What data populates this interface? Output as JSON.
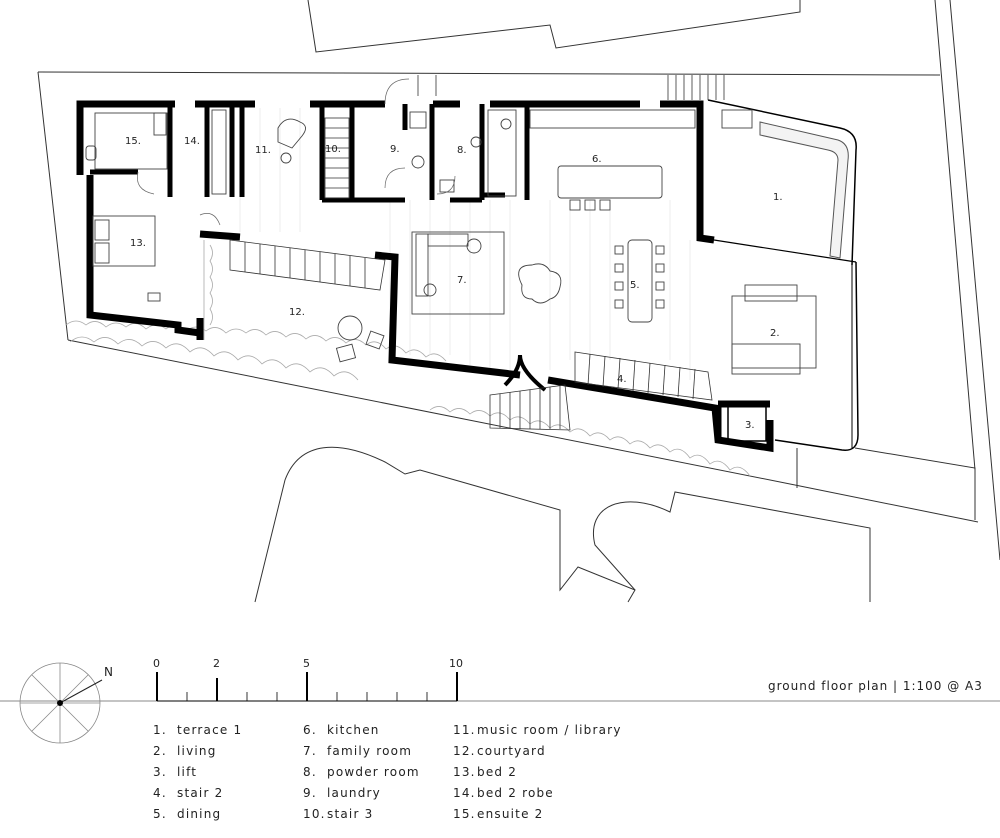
{
  "plan_title": "ground floor plan | 1:100 @ A3",
  "north_label": "N",
  "scale_bar": {
    "ticks": [
      "0",
      "2",
      "5",
      "10"
    ]
  },
  "rooms": [
    {
      "num": "1.",
      "name": "terrace 1"
    },
    {
      "num": "2.",
      "name": "living"
    },
    {
      "num": "3.",
      "name": "lift"
    },
    {
      "num": "4.",
      "name": "stair 2"
    },
    {
      "num": "5.",
      "name": "dining"
    },
    {
      "num": "6.",
      "name": "kitchen"
    },
    {
      "num": "7.",
      "name": "family room"
    },
    {
      "num": "8.",
      "name": "powder room"
    },
    {
      "num": "9.",
      "name": "laundry"
    },
    {
      "num": "10.",
      "name": "stair 3"
    },
    {
      "num": "11.",
      "name": "music room / library"
    },
    {
      "num": "12.",
      "name": "courtyard"
    },
    {
      "num": "13.",
      "name": "bed 2"
    },
    {
      "num": "14.",
      "name": "bed 2 robe"
    },
    {
      "num": "15.",
      "name": "ensuite 2"
    }
  ]
}
